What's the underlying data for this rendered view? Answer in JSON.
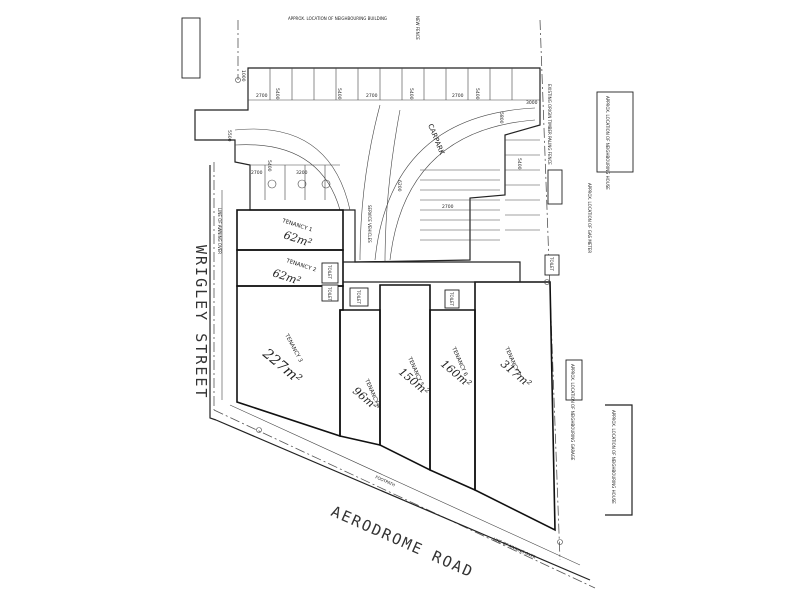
{
  "streets": {
    "wrigley": "WRIGLEY STREET",
    "aerodrome": "AERODROME ROAD"
  },
  "carpark_label": "CARPARK",
  "service_label": "SERVICE VEHICLES",
  "footpath_label": "FOOTPATH",
  "notes": {
    "top_building": "APPROX. LOCATION OF NEIGHBOURING BUILDING",
    "top_fence": "NEW FENCE",
    "right_house": "APPROX. LOCATION OF NEIGHBOURING HOUSE",
    "right_gas": "APPROX. LOCATION OF GAS METER",
    "right_garage": "APPROX. LOCATION OF NEIGHBOURING GARAGE",
    "right_house2": "APPROX. LOCATION OF NEIGHBOURING HOUSE",
    "line_wrigley": "LINE OF AWNING OVER",
    "line_aerodrome": "LINE OF AWNING OVER",
    "fence": "EXISTING ORIGIN TIMBER PALING FENCE"
  },
  "tenancies": [
    {
      "label": "TENANCY 1",
      "area": "62m²"
    },
    {
      "label": "TENANCY 2",
      "area": "62m²"
    },
    {
      "label": "TENANCY 3",
      "area": "227m²"
    },
    {
      "label": "TENANCY 4",
      "area": "96m²"
    },
    {
      "label": "TENANCY 5",
      "area": "150m²"
    },
    {
      "label": "TENANCY 6",
      "area": "160m²"
    },
    {
      "label": "TENANCY 7",
      "area": "317m²"
    }
  ],
  "toilet_label": "TOILET",
  "dims": {
    "d2700": "2700",
    "d5400": "5400",
    "d5500": "5500",
    "d6200": "6200",
    "d3200": "3200",
    "d1000": "1000",
    "d5800": "5800",
    "d3000": "3000"
  }
}
